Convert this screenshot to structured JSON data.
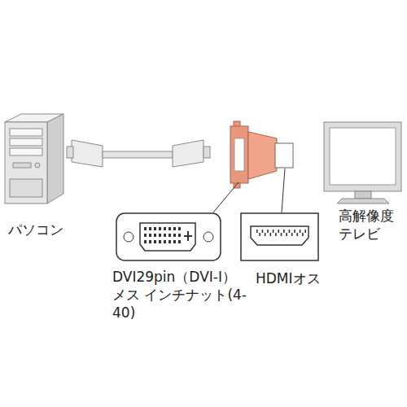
{
  "diagram": {
    "labels": [
      "パソコン",
      "DVI29pin（DVI-I）メス インチナット(4-40)",
      "HDMIオス",
      "高解像度 テレビ"
    ]
  }
}
